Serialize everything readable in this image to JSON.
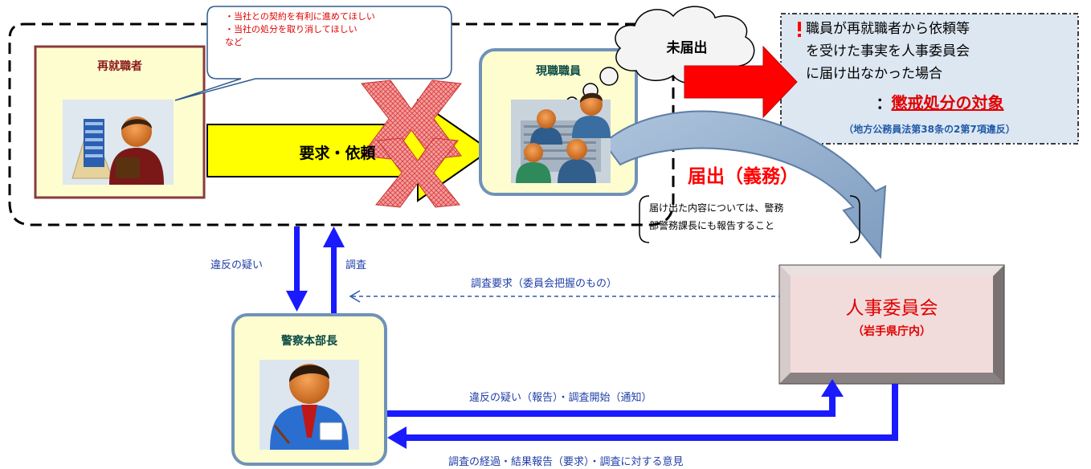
{
  "reemployed_label": "再就職者",
  "speech_lines": [
    "・当社との契約を有利に進めてほしい",
    "・当社の処分を取り消してほしい",
    "など"
  ],
  "request_label": "要求・依頼",
  "staff_label": "現職職員",
  "not_reported_label": "未届出",
  "warning": {
    "mark": "！",
    "lines": [
      "職員が再就職者から依頼等",
      "を受けた事実を人事委員会",
      "に届け出なかった場合"
    ],
    "punishment_prefix": "：",
    "punishment": "懲戒処分の対象",
    "law": "（地方公務員法第38条の2第7項違反）"
  },
  "report_duty_label": "届出（義務）",
  "note_lines": [
    "届け出た内容については、警務",
    "部警務課長にも報告すること"
  ],
  "suspicion_label": "違反の疑い",
  "investigation_label": "調査",
  "investigation_request_label": "調査要求（委員会把握のもの）",
  "commission": {
    "title": "人事委員会",
    "subtitle": "（岩手県庁内）"
  },
  "police_chief_label": "警察本部長",
  "report_start_label": "違反の疑い（報告）・調査開始（通知）",
  "progress_label": "調査の経過・結果報告（要求）・調査に対する意見",
  "colors": {
    "blue_arrow": "#1a1aff",
    "red": "#ff0000",
    "yellow": "#ffff00",
    "dark_red": "#c00000",
    "pale_yellow": "#fdfdd0"
  }
}
